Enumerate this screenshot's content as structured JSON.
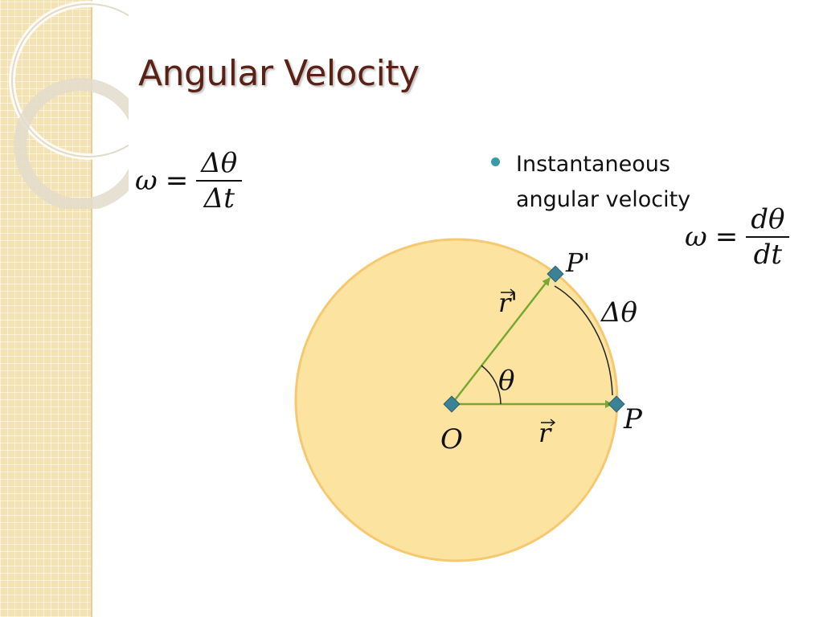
{
  "slide": {
    "title": "Angular Velocity",
    "bullets": [
      {
        "text": "Instantaneous angular velocity"
      }
    ]
  },
  "equations": {
    "average": {
      "lhs": "ω",
      "op": "=",
      "numerator": "Δθ",
      "denominator": "Δt"
    },
    "instantaneous": {
      "lhs": "ω",
      "op": "=",
      "numerator": "dθ",
      "denominator": "dt"
    }
  },
  "diagram": {
    "labels": {
      "center": "O",
      "point": "P",
      "point_prime": "P'",
      "vector_r": "r",
      "vector_r_prime": "r'",
      "angle": "θ",
      "delta_angle": "Δθ"
    },
    "colors": {
      "disk_fill": "#fde3a0",
      "disk_stroke": "#f6c870",
      "vector": "#78a832",
      "marker": "#3c8296",
      "sidebar": "#f3e2b4"
    }
  }
}
